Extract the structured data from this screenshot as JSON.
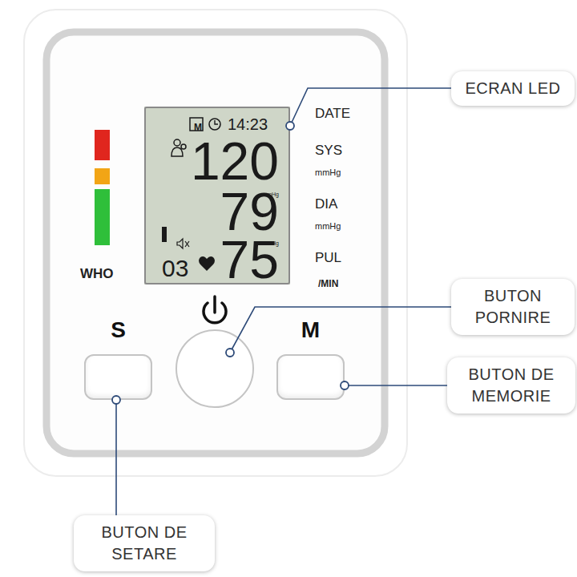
{
  "diagram": {
    "nodes": [
      {
        "text": [
          "M",
          "14:23",
          "120",
          "mmHg",
          "79",
          "mmHg",
          "75",
          "03"
        ]
      },
      {
        "text": [
          "S"
        ]
      },
      {
        "text": [
          "M"
        ]
      },
      {
        "text": [
          "ECRAN LED"
        ]
      },
      {
        "text": [
          "BUTON PORNIRE"
        ]
      },
      {
        "text": [
          "BUTON DE MEMORIE"
        ]
      },
      {
        "text": [
          "BUTON DE SETARE"
        ]
      }
    ],
    "edges": [
      {
        "from": 3,
        "to": 0,
        "arrow": "none"
      },
      {
        "from": 5,
        "to": 2,
        "arrow": "none"
      },
      {
        "from": 6,
        "to": 1,
        "arrow": "none"
      }
    ],
    "labels": [
      "DATE",
      "SYS",
      "mmHg",
      "DIA",
      "mmHg",
      "PUL",
      "/MIN",
      "WHO"
    ]
  }
}
